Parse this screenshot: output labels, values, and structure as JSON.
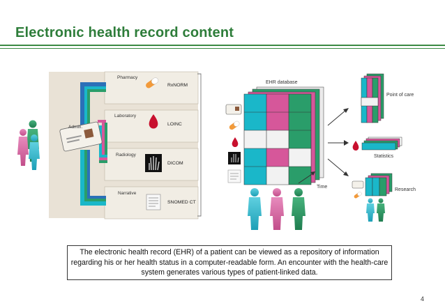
{
  "slide": {
    "title": "Electronic health record content",
    "caption": "The electronic health record (EHR) of a patient can be viewed as a repository of information regarding his or her health status in a computer-readable form. An encounter with the health-care system generates various types of patient-linked data.",
    "page_number": "4"
  },
  "diagram": {
    "admin_label": "Admin.",
    "sources": [
      {
        "label": "Pharmacy",
        "standard": "RxNORM",
        "icon": "pill-icon"
      },
      {
        "label": "Laboratory",
        "standard": "LOINC",
        "icon": "blood-drop-icon"
      },
      {
        "label": "Radiology",
        "standard": "DICOM",
        "icon": "xray-hand-icon"
      },
      {
        "label": "Narrative",
        "standard": "SNOMED CT",
        "icon": "document-icon"
      }
    ],
    "database_label": "EHR database",
    "time_label": "Time",
    "outputs": [
      {
        "label": "Point of care"
      },
      {
        "label": "Statistics"
      },
      {
        "label": "Research"
      }
    ],
    "colors": {
      "teal": "#1ab7c9",
      "pink": "#d6579a",
      "green": "#2a9d6a",
      "blue": "#2b70b8",
      "red": "#c8102e"
    }
  }
}
